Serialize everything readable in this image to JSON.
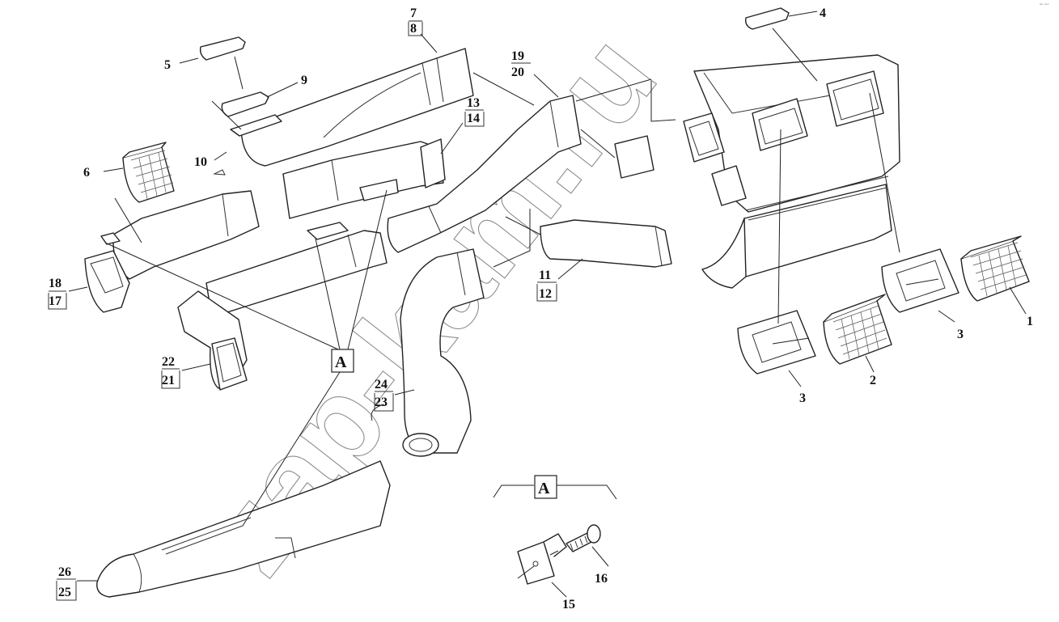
{
  "watermark": "zap-kam.ru",
  "corner_mark": "ᵃⁿ ⁿᵒᵒ",
  "view_label": "A",
  "part_labels": {
    "p1": "1",
    "p2": "2",
    "p3a": "3",
    "p3b": "3",
    "p4": "4",
    "p5": "5",
    "p6": "6",
    "p7": "7",
    "p8": "8",
    "p9": "9",
    "p10": "10",
    "p11": "11",
    "p12": "12",
    "p13": "13",
    "p14": "14",
    "p15": "15",
    "p16": "16",
    "p17": "17",
    "p18": "18",
    "p19": "19",
    "p20": "20",
    "p21": "21",
    "p22": "22",
    "p23": "23",
    "p24": "24",
    "p25": "25",
    "p26": "26"
  }
}
